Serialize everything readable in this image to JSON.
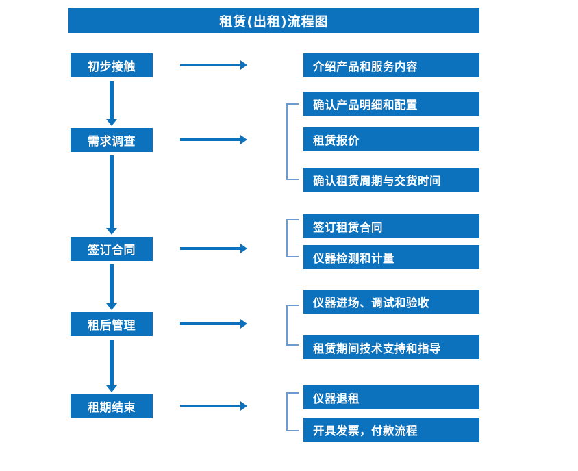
{
  "diagram": {
    "title": "租赁(出租)流程图",
    "colors": {
      "box_blue": "#0C72BE",
      "arrow_blue": "#0C72BE",
      "bracket_blue": "#6B9BD2",
      "text_white": "#FFFFFF",
      "background": "#FFFFFF"
    },
    "stages": [
      {
        "label": "初步接触"
      },
      {
        "label": "需求调查"
      },
      {
        "label": "签订合同"
      },
      {
        "label": "租后管理"
      },
      {
        "label": "租期结束"
      }
    ],
    "details": [
      {
        "label": "介绍产品和服务内容"
      },
      {
        "label": "确认产品明细和配置"
      },
      {
        "label": "租赁报价"
      },
      {
        "label": "确认租赁周期与交货时间"
      },
      {
        "label": "签订租赁合同"
      },
      {
        "label": "仪器检测和计量"
      },
      {
        "label": "仪器进场、调试和验收"
      },
      {
        "label": "租赁期间技术支持和指导"
      },
      {
        "label": "仪器退租"
      },
      {
        "label": "开具发票，付款流程"
      }
    ]
  }
}
